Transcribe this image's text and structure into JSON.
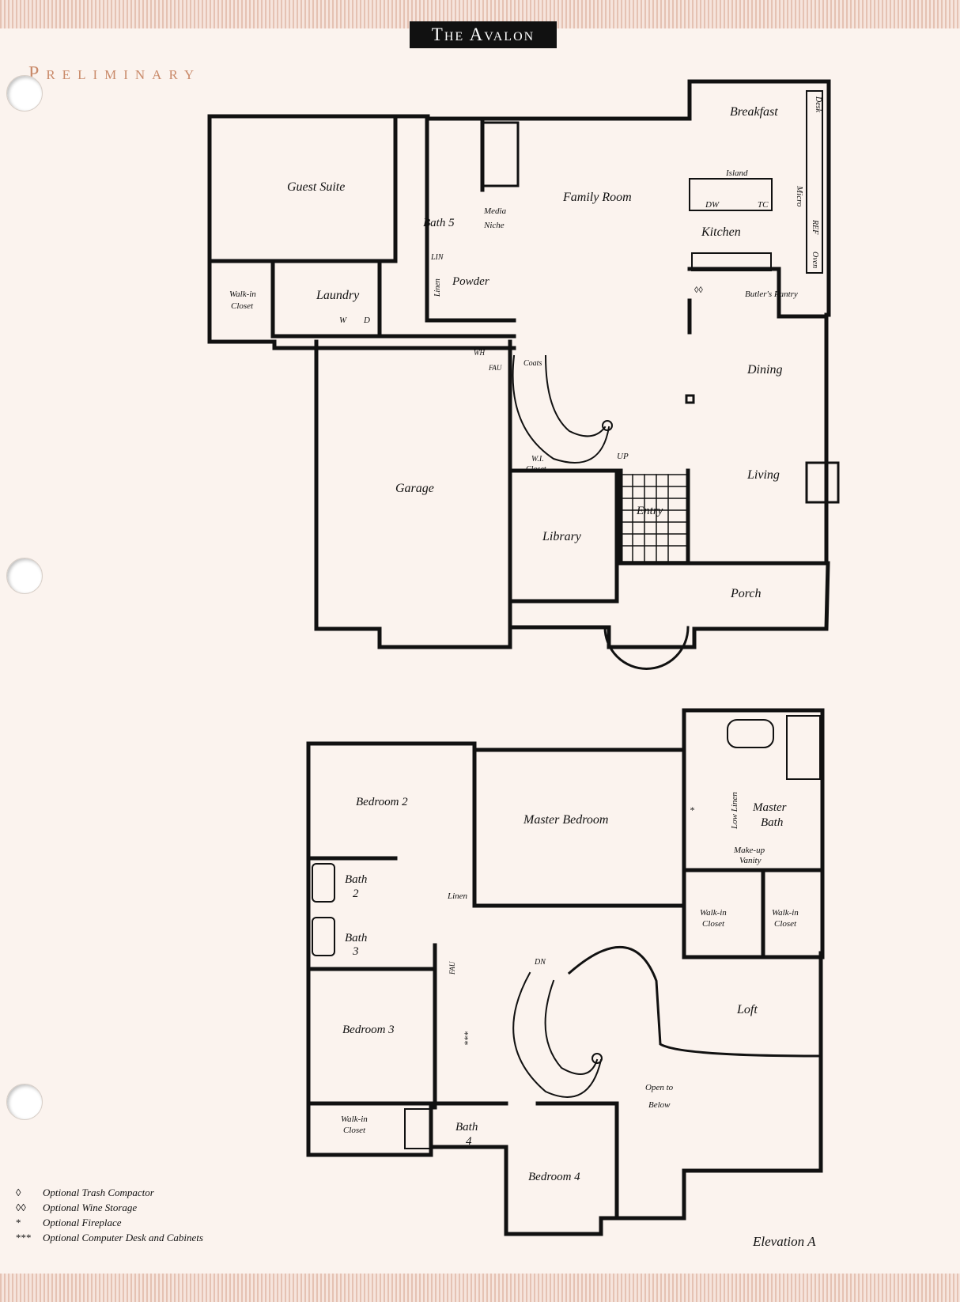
{
  "header": {
    "title": "The Avalon",
    "status": "Preliminary"
  },
  "first_floor": {
    "rooms": {
      "breakfast": "Breakfast",
      "desk": "Desk",
      "island": "Island",
      "dw": "DW",
      "tc": "TC",
      "micro": "Micro",
      "kitchen": "Kitchen",
      "ref": "REF",
      "oven": "Oven",
      "guest_suite": "Guest Suite",
      "family_room": "Family Room",
      "media_niche": "Media",
      "media_niche_2": "Niche",
      "bath5": "Bath 5",
      "lin": "LIN",
      "linen": "Linen",
      "powder": "Powder",
      "walkin_closet": "Walk-in",
      "walkin_closet_2": "Closet",
      "laundry": "Laundry",
      "washer": "W",
      "dryer": "D",
      "butlers_pantry": "Butler's Pantry",
      "wine": "◊◊",
      "wh": "WH",
      "fau": "FAU",
      "coats": "Coats",
      "dining": "Dining",
      "garage": "Garage",
      "wi_closet": "W.I.",
      "wi_closet_2": "Closet",
      "up": "UP",
      "living": "Living",
      "entry": "Entry",
      "library": "Library",
      "porch": "Porch"
    }
  },
  "second_floor": {
    "rooms": {
      "bedroom2": "Bedroom 2",
      "master_bedroom": "Master Bedroom",
      "low_linen": "Low Linen",
      "master_bath": "Master",
      "master_bath_2": "Bath",
      "fireplace": "*",
      "makeup_vanity": "Make-up",
      "makeup_vanity_2": "Vanity",
      "bath2": "Bath",
      "bath2_num": "2",
      "linen": "Linen",
      "bath3": "Bath",
      "bath3_num": "3",
      "walkin_closet_a": "Walk-in",
      "walkin_closet_a_2": "Closet",
      "walkin_closet_b": "Walk-in",
      "walkin_closet_b_2": "Closet",
      "fau": "FAU",
      "dn": "DN",
      "loft": "Loft",
      "bedroom3": "Bedroom 3",
      "computer_desk": "***",
      "open_to": "Open to",
      "below": "Below",
      "walkin_closet_c": "Walk-in",
      "walkin_closet_c_2": "Closet",
      "bath4": "Bath",
      "bath4_num": "4",
      "bedroom4": "Bedroom 4"
    }
  },
  "legend": [
    {
      "symbol": "◊",
      "text": "Optional Trash Compactor"
    },
    {
      "symbol": "◊◊",
      "text": "Optional Wine Storage"
    },
    {
      "symbol": "*",
      "text": "Optional Fireplace"
    },
    {
      "symbol": "***",
      "text": "Optional Computer Desk and Cabinets"
    }
  ],
  "elevation": "Elevation A"
}
